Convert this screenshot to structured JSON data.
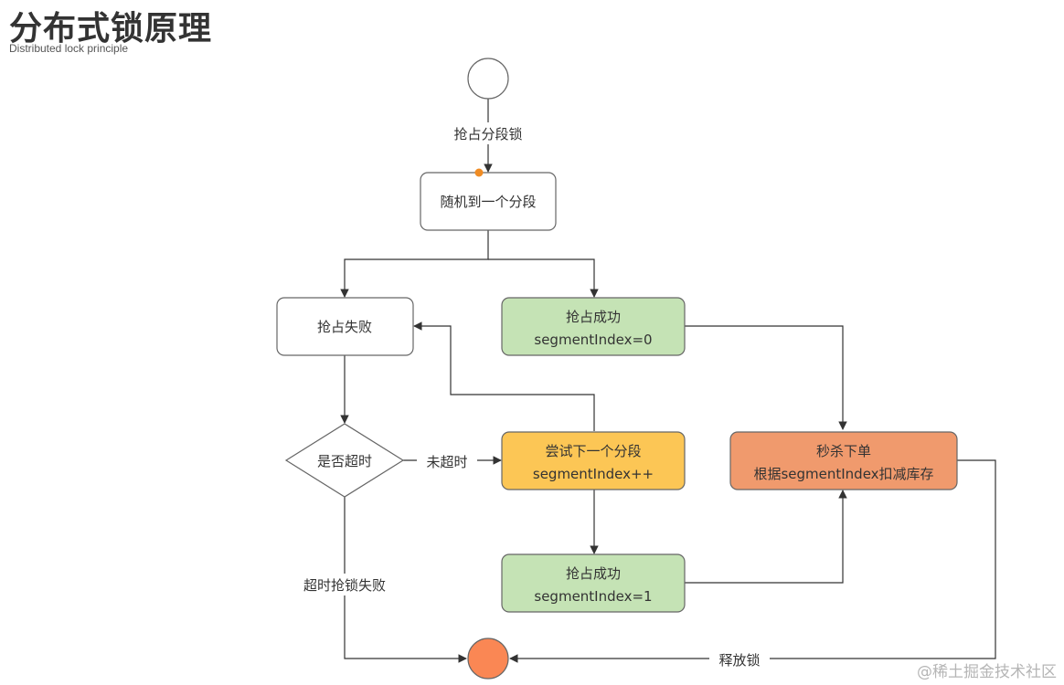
{
  "header": {
    "title": "分布式锁原理",
    "subtitle": "Distributed lock principle"
  },
  "nodes": {
    "random_segment": "随机到一个分段",
    "grab_fail": "抢占失败",
    "grab_success_0": {
      "line1": "抢占成功",
      "line2": "segmentIndex=0"
    },
    "decision_timeout": "是否超时",
    "try_next": {
      "line1": "尝试下一个分段",
      "line2": "segmentIndex++"
    },
    "seckill": {
      "line1": "秒杀下单",
      "line2": "根据segmentIndex扣减库存"
    },
    "grab_success_1": {
      "line1": "抢占成功",
      "line2": "segmentIndex=1"
    }
  },
  "edges": {
    "grab_lock": "抢占分段锁",
    "not_timeout": "未超时",
    "timeout_fail": "超时抢锁失败",
    "release_lock": "释放锁"
  },
  "colors": {
    "green": "#c5e3b5",
    "yellow": "#fcc655",
    "orange": "#f09a6d",
    "end": "#fa8754",
    "dot": "#f08c24"
  },
  "watermark": "@稀土掘金技术社区"
}
